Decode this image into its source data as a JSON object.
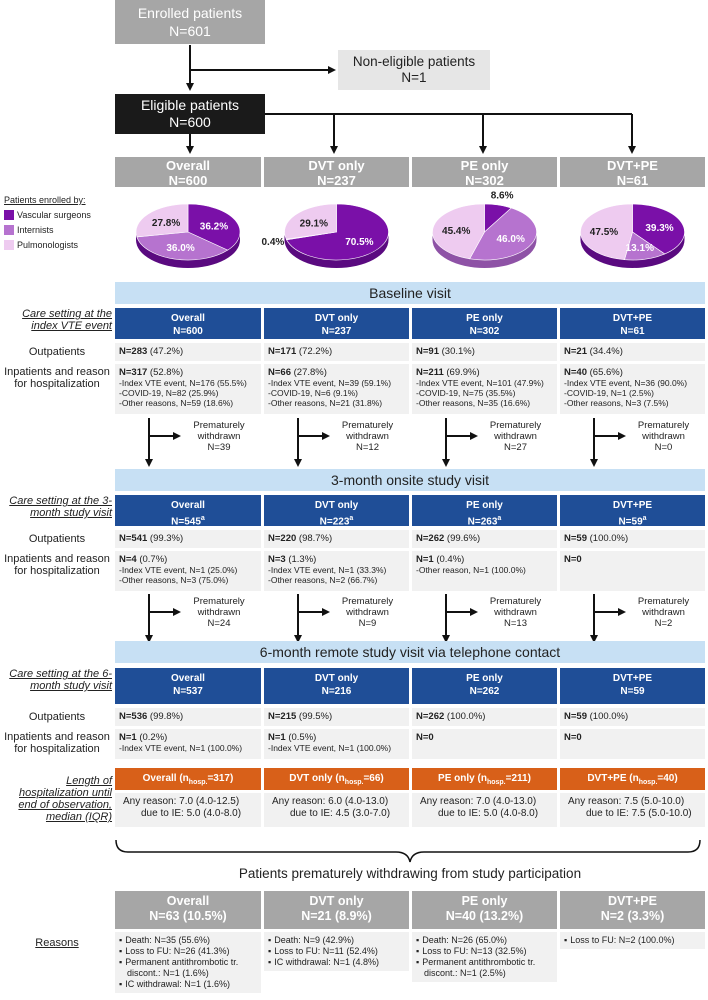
{
  "colors": {
    "vascular": "#7a10a8",
    "internists": "#b673cf",
    "pulmonologists": "#eecbf0",
    "blue": "#1f4e97",
    "orange": "#d86019",
    "band": "#c7e0f4"
  },
  "top": {
    "enrolled": {
      "title": "Enrolled patients",
      "n": "N=601"
    },
    "noneligible": {
      "title": "Non-eligible patients",
      "n": "N=1"
    },
    "eligible": {
      "title": "Eligible patients",
      "n": "N=600"
    }
  },
  "groups": [
    {
      "name": "Overall",
      "n": "N=600"
    },
    {
      "name": "DVT only",
      "n": "N=237"
    },
    {
      "name": "PE only",
      "n": "N=302"
    },
    {
      "name": "DVT+PE",
      "n": "N=61"
    }
  ],
  "legend": {
    "title": "Patients enrolled by:",
    "items": [
      "Vascular surgeons",
      "Internists",
      "Pulmonologists"
    ]
  },
  "pies": [
    {
      "vascular": 36.2,
      "internists": 36.0,
      "pulmonologists": 27.8,
      "labels": [
        "36.2%",
        "36.0%",
        "27.8%"
      ]
    },
    {
      "vascular": 70.5,
      "internists": 0.4,
      "pulmonologists": 29.1,
      "labels": [
        "70.5%",
        "0.4%",
        "29.1%"
      ]
    },
    {
      "vascular": 8.6,
      "internists": 46.0,
      "pulmonologists": 45.4,
      "labels": [
        "8.6%",
        "46.0%",
        "45.4%"
      ]
    },
    {
      "vascular": 39.3,
      "internists": 13.1,
      "pulmonologists": 47.5,
      "labels": [
        "39.3%",
        "13.1%",
        "47.5%"
      ]
    }
  ],
  "baseline": {
    "band": "Baseline visit",
    "label": "Care setting at the index VTE event",
    "heads": [
      {
        "name": "Overall",
        "n": "N=600"
      },
      {
        "name": "DVT only",
        "n": "N=237"
      },
      {
        "name": "PE only",
        "n": "N=302"
      },
      {
        "name": "DVT+PE",
        "n": "N=61"
      }
    ],
    "outpatients_label": "Outpatients",
    "outpatients": [
      {
        "n": "N=283",
        "p": " (47.2%)"
      },
      {
        "n": "N=171",
        "p": " (72.2%)"
      },
      {
        "n": "N=91",
        "p": " (30.1%)"
      },
      {
        "n": "N=21",
        "p": " (34.4%)"
      }
    ],
    "inpatients_label": "Inpatients and reason for hospitalization",
    "inpatients": [
      {
        "n": "N=317",
        "p": " (52.8%)",
        "lines": [
          "-Index VTE event, N=176 (55.5%)",
          "-COVID-19, N=82 (25.9%)",
          "-Other reasons, N=59 (18.6%)"
        ]
      },
      {
        "n": "N=66",
        "p": " (27.8%)",
        "lines": [
          "-Index VTE event, N=39 (59.1%)",
          "-COVID-19, N=6 (9.1%)",
          "-Other reasons, N=21 (31.8%)"
        ]
      },
      {
        "n": "N=211",
        "p": " (69.9%)",
        "lines": [
          "-Index VTE event, N=101 (47.9%)",
          "-COVID-19, N=75 (35.5%)",
          "-Other reasons, N=35 (16.6%)"
        ]
      },
      {
        "n": "N=40",
        "p": " (65.6%)",
        "lines": [
          "-Index VTE event, N=36 (90.0%)",
          "-COVID-19, N=1 (2.5%)",
          "-Other reasons, N=3 (7.5%)"
        ]
      }
    ],
    "withdrawn_label": [
      "Prematurely",
      "withdrawn"
    ],
    "withdrawn": [
      "N=39",
      "N=12",
      "N=27",
      "N=0"
    ]
  },
  "m3": {
    "band": "3-month onsite study visit",
    "label": "Care setting at the 3-month study visit",
    "heads": [
      {
        "name": "Overall",
        "n": "N=545",
        "sup": "a"
      },
      {
        "name": "DVT only",
        "n": "N=223",
        "sup": "a"
      },
      {
        "name": "PE only",
        "n": "N=263",
        "sup": "a"
      },
      {
        "name": "DVT+PE",
        "n": "N=59",
        "sup": "a"
      }
    ],
    "outpatients": [
      {
        "n": "N=541",
        "p": " (99.3%)"
      },
      {
        "n": "N=220",
        "p": " (98.7%)"
      },
      {
        "n": "N=262",
        "p": " (99.6%)"
      },
      {
        "n": "N=59",
        "p": " (100.0%)"
      }
    ],
    "inpatients": [
      {
        "n": "N=4",
        "p": " (0.7%)",
        "lines": [
          "-Index VTE event, N=1 (25.0%)",
          "-Other reasons, N=3 (75.0%)"
        ]
      },
      {
        "n": "N=3",
        "p": " (1.3%)",
        "lines": [
          "-Index VTE event, N=1 (33.3%)",
          "-Other reasons, N=2 (66.7%)"
        ]
      },
      {
        "n": "N=1",
        "p": " (0.4%)",
        "lines": [
          "-Other reason, N=1 (100.0%)"
        ]
      },
      {
        "n": "N=0",
        "p": "",
        "lines": []
      }
    ],
    "withdrawn": [
      "N=24",
      "N=9",
      "N=13",
      "N=2"
    ]
  },
  "m6": {
    "band": "6-month remote study visit via telephone contact",
    "label": "Care setting at the 6-month study visit",
    "heads": [
      {
        "name": "Overall",
        "n": "N=537"
      },
      {
        "name": "DVT only",
        "n": "N=216"
      },
      {
        "name": "PE only",
        "n": "N=262"
      },
      {
        "name": "DVT+PE",
        "n": "N=59"
      }
    ],
    "outpatients": [
      {
        "n": "N=536",
        "p": " (99.8%)"
      },
      {
        "n": "N=215",
        "p": " (99.5%)"
      },
      {
        "n": "N=262",
        "p": " (100.0%)"
      },
      {
        "n": "N=59",
        "p": " (100.0%)"
      }
    ],
    "inpatients": [
      {
        "n": "N=1",
        "p": " (0.2%)",
        "lines": [
          "-Index VTE event, N=1 (100.0%)"
        ]
      },
      {
        "n": "N=1",
        "p": " (0.5%)",
        "lines": [
          "-Index VTE event, N=1 (100.0%)"
        ]
      },
      {
        "n": "N=0",
        "p": "",
        "lines": []
      },
      {
        "n": "N=0",
        "p": "",
        "lines": []
      }
    ]
  },
  "los": {
    "label": "Length of hospitalization until end of observation, median (IQR)",
    "heads": [
      {
        "name": "Overall (n",
        "sub": "hosp.",
        "n": "=317)"
      },
      {
        "name": "DVT only (n",
        "sub": "hosp.",
        "n": "=66)"
      },
      {
        "name": "PE only (n",
        "sub": "hosp.",
        "n": "=211)"
      },
      {
        "name": "DVT+PE (n",
        "sub": "hosp.",
        "n": "=40)"
      }
    ],
    "rows": [
      {
        "any": "Any reason: 7.0 (4.0-12.5)",
        "ie": "due to IE: 5.0 (4.0-8.0)"
      },
      {
        "any": "Any reason: 6.0 (4.0-13.0)",
        "ie": "due to IE: 4.5 (3.0-7.0)"
      },
      {
        "any": "Any reason: 7.0 (4.0-13.0)",
        "ie": "due to IE: 5.0 (4.0-8.0)"
      },
      {
        "any": "Any reason: 7.5 (5.0-10.0)",
        "ie": "due to IE: 7.5 (5.0-10.0)"
      }
    ]
  },
  "withdrawing": {
    "title": "Patients prematurely withdrawing from study participation",
    "reasons_label": "Reasons",
    "heads": [
      {
        "name": "Overall",
        "n": "N=63 (10.5%)"
      },
      {
        "name": "DVT only",
        "n": "N=21 (8.9%)"
      },
      {
        "name": "PE only",
        "n": "N=40 (13.2%)"
      },
      {
        "name": "DVT+PE",
        "n": "N=2 (3.3%)"
      }
    ],
    "reasons": [
      [
        "Death: N=35 (55.6%)",
        "Loss to FU: N=26 (41.3%)",
        "Permanent antithrombotic tr. discont.: N=1 (1.6%)",
        "IC withdrawal: N=1 (1.6%)"
      ],
      [
        "Death: N=9 (42.9%)",
        "Loss to FU: N=11 (52.4%)",
        "IC withdrawal: N=1 (4.8%)"
      ],
      [
        "Death: N=26 (65.0%)",
        "Loss to FU: N=13 (32.5%)",
        "Permanent antithrombotic tr. discont.: N=1 (2.5%)"
      ],
      [
        "Loss to FU: N=2 (100.0%)"
      ]
    ]
  }
}
